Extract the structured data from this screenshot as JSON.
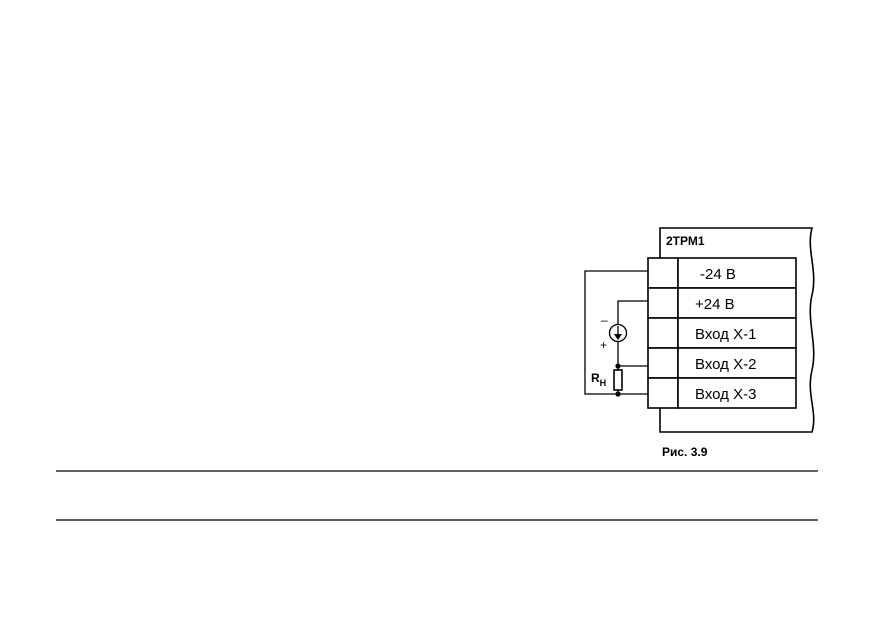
{
  "device": {
    "name": "2ТРМ1"
  },
  "terminals": [
    {
      "label": "-24 В"
    },
    {
      "label": "+24 В"
    },
    {
      "label": "Вход Х-1"
    },
    {
      "label": "Вход Х-2"
    },
    {
      "label": "Вход Х-3"
    }
  ],
  "source": {
    "minus_sign": "–",
    "plus_sign": "+"
  },
  "resistor": {
    "label_main": "R",
    "label_sub": "Н"
  },
  "caption": "Рис. 3.9"
}
